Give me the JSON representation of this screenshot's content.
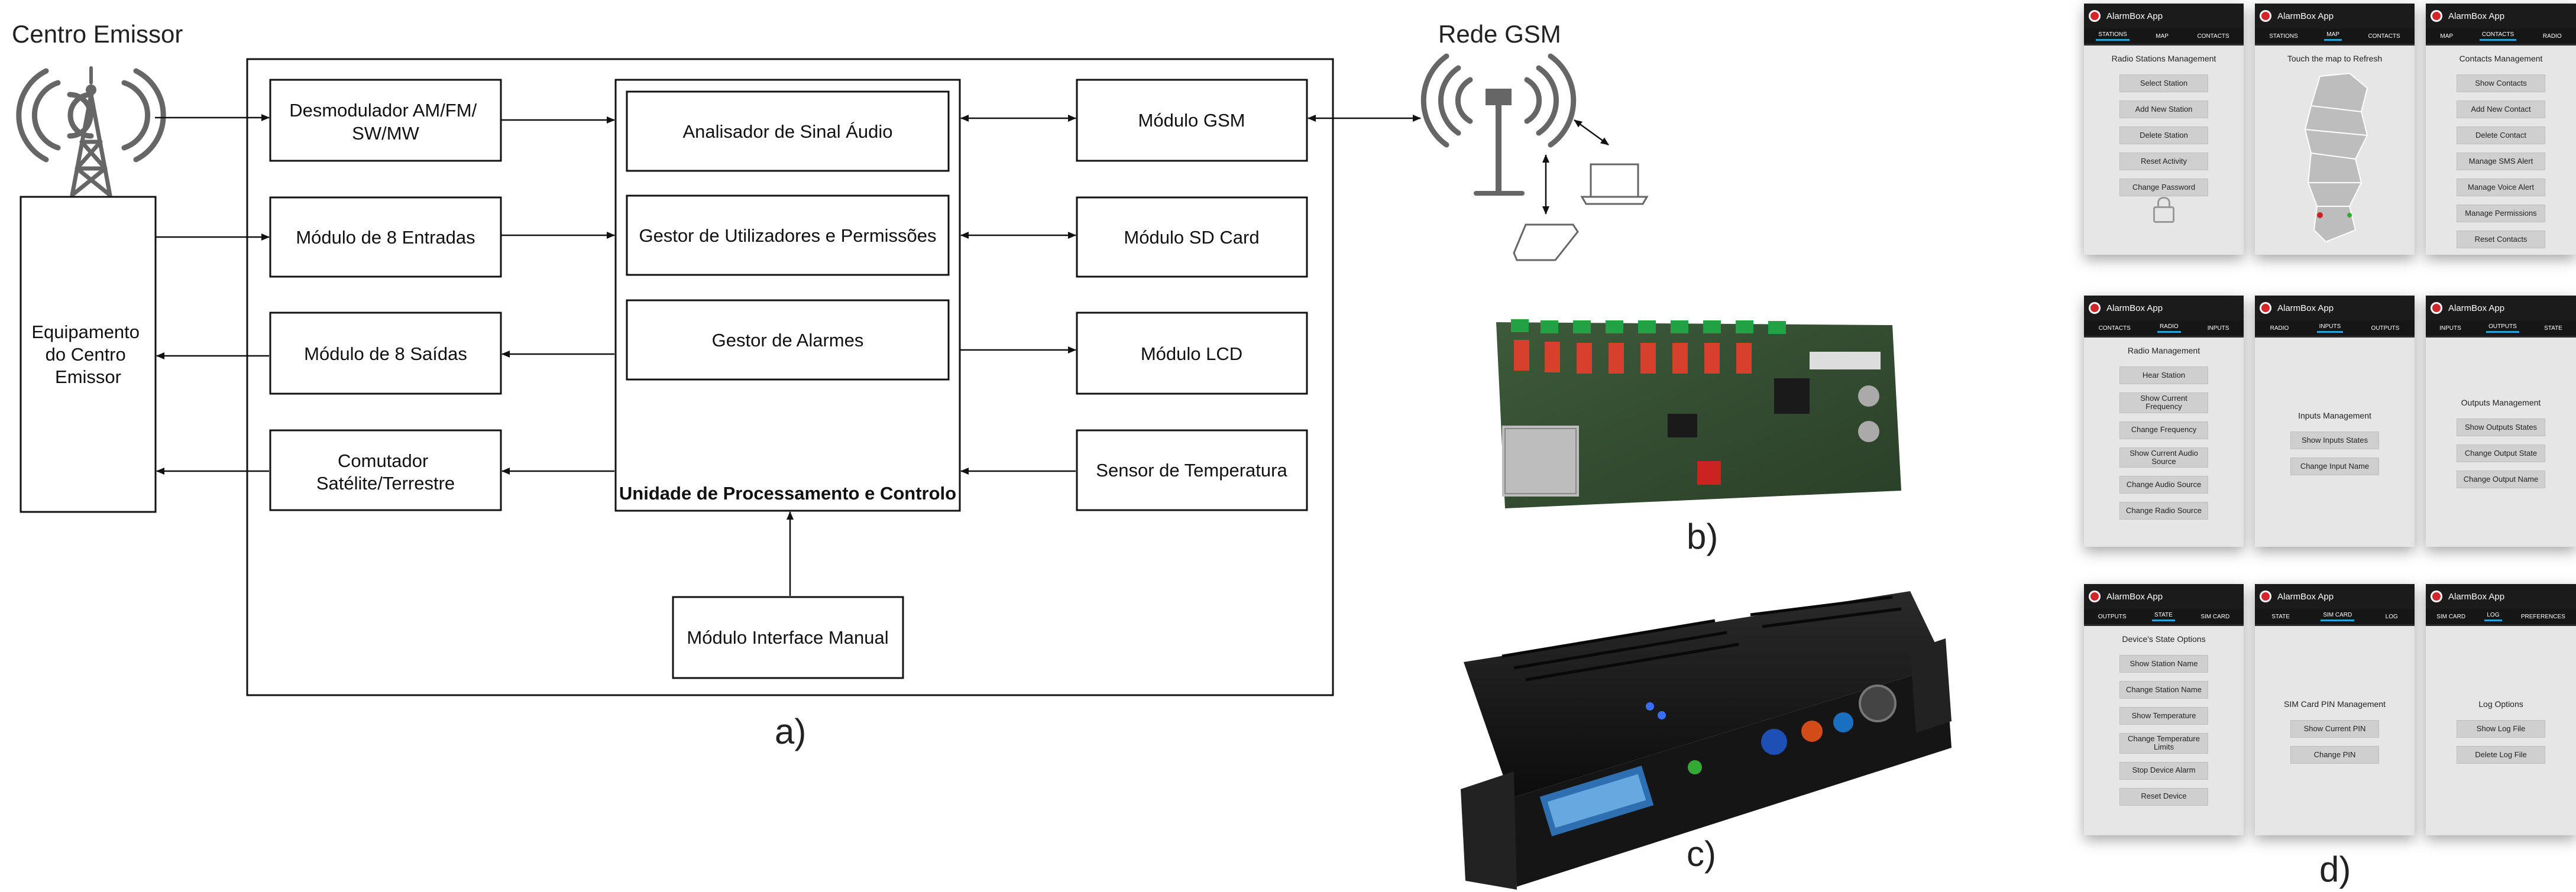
{
  "diagram": {
    "centro_emissor": "Centro Emissor",
    "rede_gsm": "Rede GSM",
    "equipamento": [
      "Equipamento",
      "do Centro",
      "Emissor"
    ],
    "desmodulador": [
      "Desmodulador AM/FM/",
      "SW/MW"
    ],
    "entradas": "Módulo de 8 Entradas",
    "saidas": "Módulo de 8 Saídas",
    "comutador": [
      "Comutador",
      "Satélite/Terrestre"
    ],
    "analisador": "Analisador de Sinal Áudio",
    "gestor_utilizadores": "Gestor de Utilizadores e Permissões",
    "gestor_alarmes": "Gestor de Alarmes",
    "unidade": "Unidade de Processamento e Controlo",
    "gsm": "Módulo GSM",
    "sdcard": "Módulo SD Card",
    "lcd": "Módulo LCD",
    "sensor": "Sensor de Temperatura",
    "interface_manual": "Módulo Interface Manual",
    "captions": {
      "a": "a)",
      "b": "b)",
      "c": "c)",
      "d": "d)"
    }
  },
  "app_title": "AlarmBox App",
  "phones": [
    {
      "tabs": [
        "STATIONS",
        "MAP",
        "CONTACTS"
      ],
      "active": 0,
      "title": "Radio Stations Management",
      "buttons": [
        "Select Station",
        "Add New Station",
        "Delete Station",
        "Reset Activity",
        "Change Password"
      ],
      "extra": "lock"
    },
    {
      "tabs": [
        "STATIONS",
        "MAP",
        "CONTACTS"
      ],
      "active": 1,
      "title": "Touch the map to Refresh",
      "buttons": [],
      "extra": "map"
    },
    {
      "tabs": [
        "MAP",
        "CONTACTS",
        "RADIO"
      ],
      "active": 1,
      "title": "Contacts Management",
      "buttons": [
        "Show Contacts",
        "Add New Contact",
        "Delete Contact",
        "Manage SMS Alert",
        "Manage Voice Alert",
        "Manage Permissions",
        "Reset Contacts"
      ]
    },
    {
      "tabs": [
        "CONTACTS",
        "RADIO",
        "INPUTS"
      ],
      "active": 1,
      "title": "Radio Management",
      "buttons": [
        "Hear Station",
        "Show Current Frequency",
        "Change Frequency",
        "Show Current Audio Source",
        "Change Audio Source",
        "Change Radio Source"
      ]
    },
    {
      "tabs": [
        "RADIO",
        "INPUTS",
        "OUTPUTS"
      ],
      "active": 1,
      "title": "Inputs Management",
      "centered": true,
      "buttons": [
        "Show Inputs States",
        "Change Input Name"
      ]
    },
    {
      "tabs": [
        "INPUTS",
        "OUTPUTS",
        "STATE"
      ],
      "active": 1,
      "title": "Outputs Management",
      "centered": true,
      "buttons": [
        "Show Outputs States",
        "Change Output State",
        "Change Output Name"
      ]
    },
    {
      "tabs": [
        "OUTPUTS",
        "STATE",
        "SIM CARD"
      ],
      "active": 1,
      "title": "Device's State Options",
      "buttons": [
        "Show Station Name",
        "Change Station Name",
        "Show Temperature",
        "Change Temperature Limits",
        "Stop Device Alarm",
        "Reset Device"
      ]
    },
    {
      "tabs": [
        "STATE",
        "SIM CARD",
        "LOG"
      ],
      "active": 1,
      "title": "SIM Card PIN Management",
      "centered": true,
      "buttons": [
        "Show Current PIN",
        "Change PIN"
      ]
    },
    {
      "tabs": [
        "SIM CARD",
        "LOG",
        "PREFERENCES"
      ],
      "active": 1,
      "title": "Log Options",
      "centered": true,
      "buttons": [
        "Show Log File",
        "Delete Log File"
      ]
    }
  ]
}
